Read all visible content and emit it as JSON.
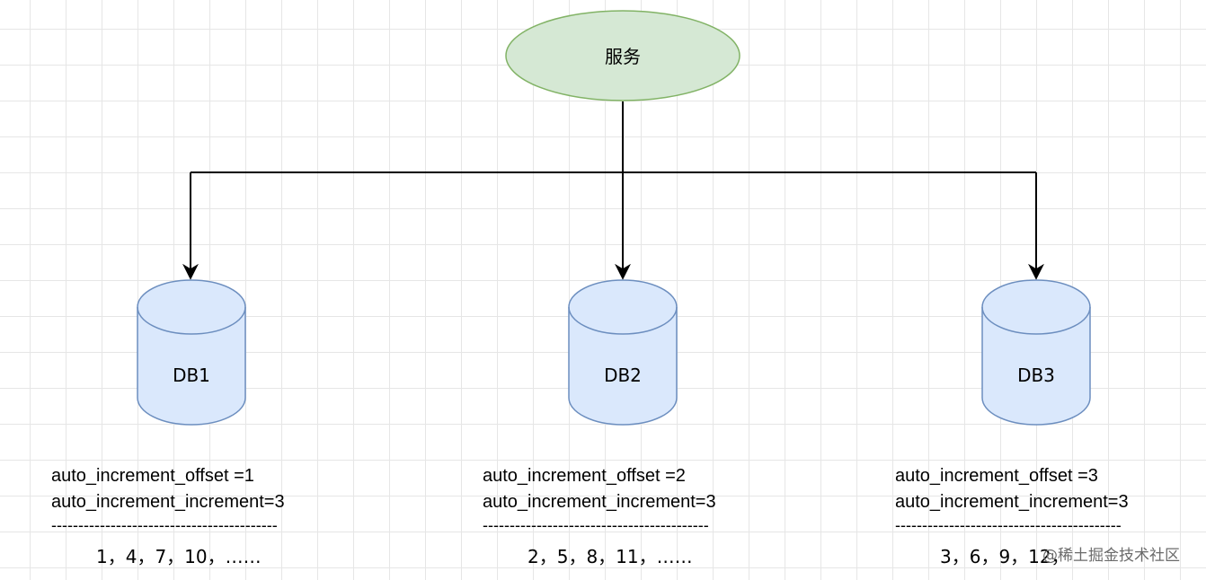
{
  "service": {
    "label": "服务",
    "fill": "#d5e8d4",
    "stroke": "#82b366"
  },
  "database_style": {
    "fill": "#dae8fc",
    "stroke": "#6c8ebf"
  },
  "databases": [
    {
      "label": "DB1",
      "offset_line": "auto_increment_offset =1",
      "increment_line": "auto_increment_increment=3",
      "separator": "------------------------------------------",
      "sequence": "1，4，7，10，……"
    },
    {
      "label": "DB2",
      "offset_line": "auto_increment_offset =2",
      "increment_line": "auto_increment_increment=3",
      "separator": "------------------------------------------",
      "sequence": "2，5，8，11，……"
    },
    {
      "label": "DB3",
      "offset_line": "auto_increment_offset =3",
      "increment_line": "auto_increment_increment=3",
      "separator": "------------------------------------------",
      "sequence": "3，6，9，12，"
    }
  ],
  "watermark": "@稀土掘金技术社区"
}
